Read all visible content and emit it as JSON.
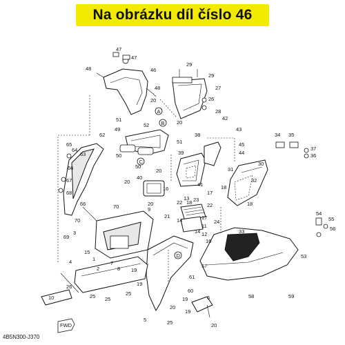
{
  "banner": {
    "text": "Na obrázku díl číslo 46",
    "color": "#f2ea00"
  },
  "diagram": {
    "code": "4B5N300-J370",
    "fwd_mark": "FWD",
    "ref_letters": [
      "A",
      "B",
      "C",
      "D"
    ],
    "callouts": [
      {
        "id": "c1",
        "text": "47"
      },
      {
        "id": "c2",
        "text": "47"
      },
      {
        "id": "c3",
        "text": "48"
      },
      {
        "id": "c4",
        "text": "46"
      },
      {
        "id": "c5",
        "text": "48"
      },
      {
        "id": "c6",
        "text": "20"
      },
      {
        "id": "c7",
        "text": "29"
      },
      {
        "id": "c8",
        "text": "29"
      },
      {
        "id": "c9",
        "text": "27"
      },
      {
        "id": "c10",
        "text": "26"
      },
      {
        "id": "c11",
        "text": "28"
      },
      {
        "id": "c12",
        "text": "20"
      },
      {
        "id": "c13",
        "text": "51"
      },
      {
        "id": "c14",
        "text": "52"
      },
      {
        "id": "c15",
        "text": "49"
      },
      {
        "id": "c16",
        "text": "51"
      },
      {
        "id": "c17",
        "text": "62"
      },
      {
        "id": "c18",
        "text": "65"
      },
      {
        "id": "c19",
        "text": "64"
      },
      {
        "id": "c20",
        "text": "63"
      },
      {
        "id": "c21",
        "text": "66"
      },
      {
        "id": "c22",
        "text": "67"
      },
      {
        "id": "c23",
        "text": "68"
      },
      {
        "id": "c24",
        "text": "66"
      },
      {
        "id": "c25",
        "text": "50"
      },
      {
        "id": "c26",
        "text": "50"
      },
      {
        "id": "c27",
        "text": "20"
      },
      {
        "id": "c28",
        "text": "20"
      },
      {
        "id": "c29",
        "text": "38"
      },
      {
        "id": "c30",
        "text": "39"
      },
      {
        "id": "c31",
        "text": "40"
      },
      {
        "id": "c32",
        "text": "42"
      },
      {
        "id": "c33",
        "text": "43"
      },
      {
        "id": "c34",
        "text": "45"
      },
      {
        "id": "c35",
        "text": "44"
      },
      {
        "id": "c36",
        "text": "34"
      },
      {
        "id": "c37",
        "text": "35"
      },
      {
        "id": "c38",
        "text": "37"
      },
      {
        "id": "c39",
        "text": "36"
      },
      {
        "id": "c40",
        "text": "30"
      },
      {
        "id": "c41",
        "text": "31"
      },
      {
        "id": "c42",
        "text": "32"
      },
      {
        "id": "c43",
        "text": "18"
      },
      {
        "id": "c44",
        "text": "41"
      },
      {
        "id": "c45",
        "text": "16"
      },
      {
        "id": "c46",
        "text": "17"
      },
      {
        "id": "c47",
        "text": "18"
      },
      {
        "id": "c48",
        "text": "18"
      },
      {
        "id": "c49",
        "text": "22"
      },
      {
        "id": "c50",
        "text": "23"
      },
      {
        "id": "c51",
        "text": "22"
      },
      {
        "id": "c52",
        "text": "24"
      },
      {
        "id": "c53",
        "text": "14"
      },
      {
        "id": "c54",
        "text": "20"
      },
      {
        "id": "c55",
        "text": "9"
      },
      {
        "id": "c56",
        "text": "13"
      },
      {
        "id": "c57",
        "text": "17"
      },
      {
        "id": "c58",
        "text": "11"
      },
      {
        "id": "c59",
        "text": "12"
      },
      {
        "id": "c60",
        "text": "16"
      },
      {
        "id": "c61",
        "text": "14"
      },
      {
        "id": "c62",
        "text": "21"
      },
      {
        "id": "c63",
        "text": "33"
      },
      {
        "id": "c64",
        "text": "54"
      },
      {
        "id": "c65",
        "text": "55"
      },
      {
        "id": "c66",
        "text": "56"
      },
      {
        "id": "c67",
        "text": "70"
      },
      {
        "id": "c68",
        "text": "70"
      },
      {
        "id": "c69",
        "text": "69"
      },
      {
        "id": "c70",
        "text": "3"
      },
      {
        "id": "c71",
        "text": "15"
      },
      {
        "id": "c72",
        "text": "4"
      },
      {
        "id": "c73",
        "text": "26"
      },
      {
        "id": "c74",
        "text": "1"
      },
      {
        "id": "c75",
        "text": "2"
      },
      {
        "id": "c76",
        "text": "7"
      },
      {
        "id": "c77",
        "text": "8"
      },
      {
        "id": "c78",
        "text": "19"
      },
      {
        "id": "c79",
        "text": "25"
      },
      {
        "id": "c80",
        "text": "10"
      },
      {
        "id": "c81",
        "text": "5"
      },
      {
        "id": "c82",
        "text": "20"
      },
      {
        "id": "c83",
        "text": "19"
      },
      {
        "id": "c84",
        "text": "6"
      },
      {
        "id": "c85",
        "text": "61"
      },
      {
        "id": "c86",
        "text": "60"
      },
      {
        "id": "c87",
        "text": "57"
      },
      {
        "id": "c88",
        "text": "58"
      },
      {
        "id": "c89",
        "text": "59"
      },
      {
        "id": "c90",
        "text": "53"
      },
      {
        "id": "c91",
        "text": "25"
      },
      {
        "id": "c92",
        "text": "19"
      },
      {
        "id": "c93",
        "text": "25"
      },
      {
        "id": "c94",
        "text": "25"
      },
      {
        "id": "c95",
        "text": "19"
      },
      {
        "id": "c96",
        "text": "20"
      }
    ]
  }
}
